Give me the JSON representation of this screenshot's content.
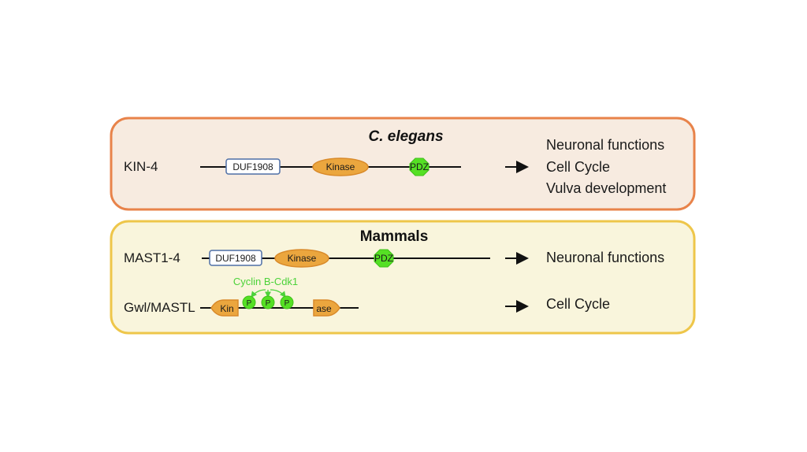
{
  "colors": {
    "elegans_border": "#e8834a",
    "elegans_fill": "#f7ebe0",
    "mammals_border": "#eec64a",
    "mammals_fill": "#f9f5dc",
    "kinase_fill": "#eba63e",
    "kinase_stroke": "#d98a2a",
    "duf_stroke": "#4e6fa6",
    "pdz_fill": "#55e024",
    "cyclin_green": "#4cd23a"
  },
  "elegans": {
    "title": "C. elegans",
    "protein": "KIN-4",
    "domains": {
      "duf": "DUF1908",
      "kinase": "Kinase",
      "pdz": "PDZ"
    },
    "functions": [
      "Neuronal functions",
      "Cell Cycle",
      "Vulva development"
    ]
  },
  "mammals": {
    "title": "Mammals",
    "mast": {
      "protein": "MAST1-4",
      "domains": {
        "duf": "DUF1908",
        "kinase": "Kinase",
        "pdz": "PDZ"
      },
      "function": "Neuronal functions"
    },
    "gwl": {
      "protein": "Gwl/MASTL",
      "kin": "Kin",
      "ase": "ase",
      "cyclin": "Cyclin B-Cdk1",
      "phospho": [
        "P",
        "P",
        "P"
      ],
      "function": "Cell Cycle"
    }
  },
  "icons": {
    "arrow": "right-arrow-icon"
  }
}
